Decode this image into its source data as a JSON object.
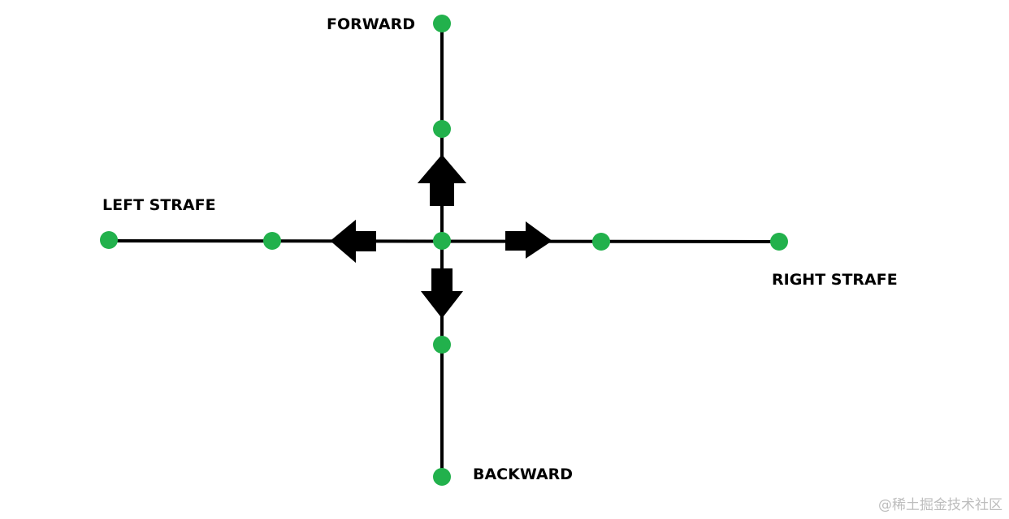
{
  "labels": {
    "forward": "FORWARD",
    "backward": "BACKWARD",
    "left": "LEFT STRAFE",
    "right": "RIGHT STRAFE"
  },
  "watermark": "@稀土掘金技术社区",
  "colors": {
    "node": "#22b14c",
    "line": "#000000",
    "arrow": "#000000",
    "text": "#000000",
    "watermark": "#bdbdbd"
  }
}
